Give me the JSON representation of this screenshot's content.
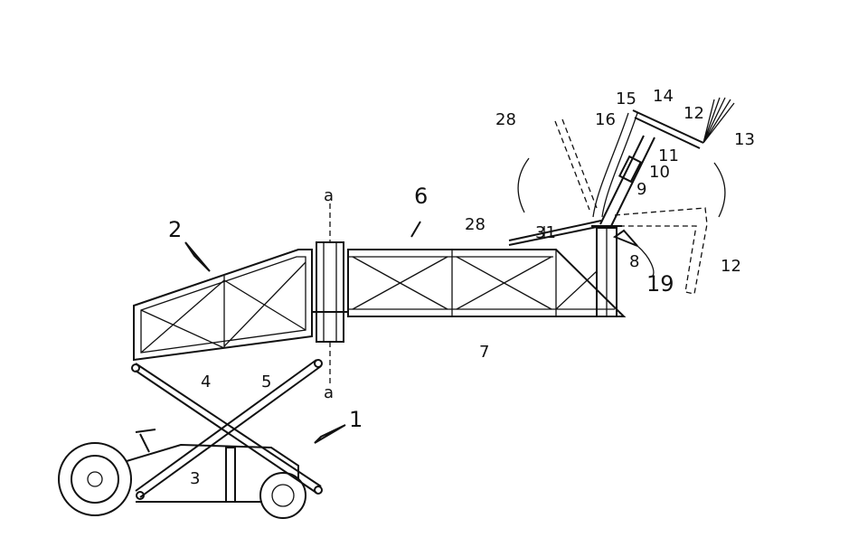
{
  "figure": {
    "labels": {
      "boom_lower": "2",
      "boom_upper": "6",
      "axis_top": "a",
      "axis_bottom": "a",
      "lever_dashed": "28",
      "bracket": "31",
      "lever": "28",
      "link_15": "15",
      "pivot_14": "14",
      "platform": "12",
      "nozzle": "13",
      "link_16": "16",
      "part_11": "11",
      "cylinder_10": "10",
      "arm_9": "9",
      "pedestal": "8",
      "pivot_19": "19",
      "platform_dashed": "12",
      "beam": "7",
      "scissor_4": "4",
      "scissor_5": "5",
      "vehicle": "1",
      "cylinder_3": "3"
    }
  }
}
